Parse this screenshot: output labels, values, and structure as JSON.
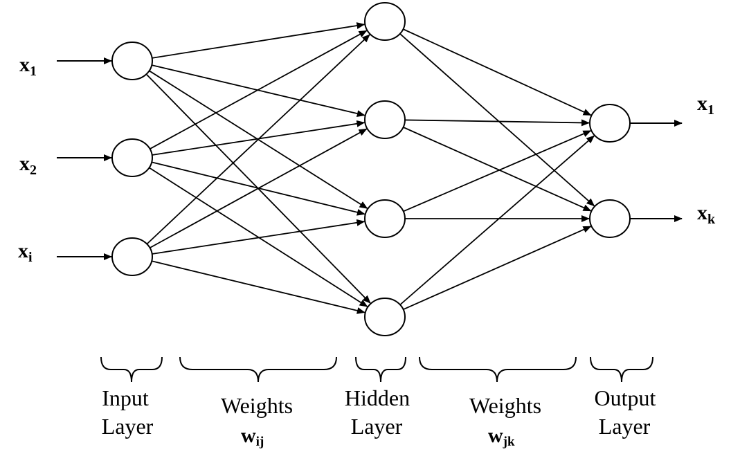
{
  "diagram": {
    "inputs": [
      {
        "base": "x",
        "sub": "1"
      },
      {
        "base": "x",
        "sub": "2"
      },
      {
        "base": "x",
        "sub": "i"
      }
    ],
    "outputs": [
      {
        "base": "x",
        "sub": "1"
      },
      {
        "base": "x",
        "sub": "k"
      }
    ],
    "layers": {
      "input_count": 3,
      "hidden_count": 4,
      "output_count": 2
    },
    "captions": {
      "input_layer": [
        "Input",
        "Layer"
      ],
      "weights_ij": {
        "word": "Weights",
        "symbol": "w",
        "sub": "ij"
      },
      "hidden_layer": [
        "Hidden",
        "Layer"
      ],
      "weights_jk": {
        "word": "Weights",
        "symbol": "w",
        "sub": "jk"
      },
      "output_layer": [
        "Output",
        "Layer"
      ]
    }
  }
}
